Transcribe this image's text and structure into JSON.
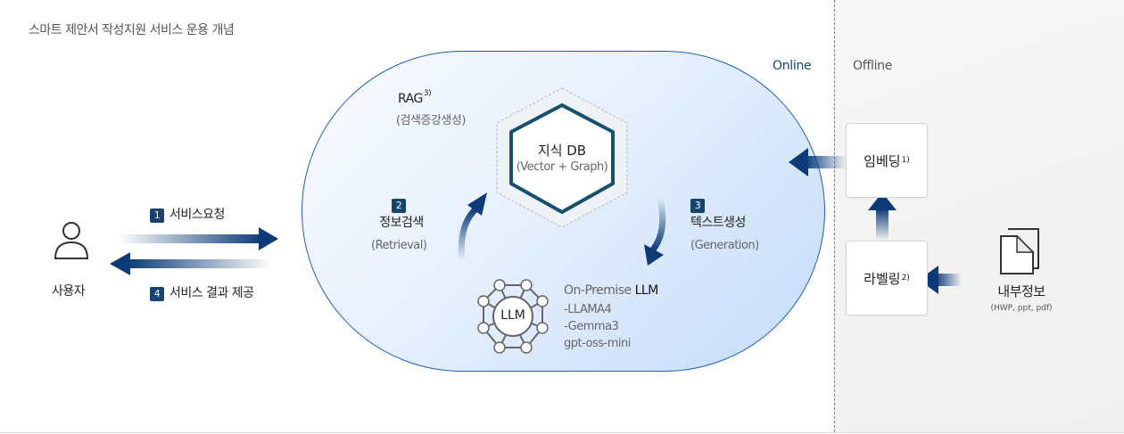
{
  "title": "스마트 제안서 작성지원 서비스 운용 개념",
  "zones": {
    "online": "Online",
    "offline": "Offline"
  },
  "user": {
    "label": "사용자"
  },
  "flows": {
    "request": {
      "num": "1",
      "label": "서비스요청"
    },
    "response": {
      "num": "4",
      "label": "서비스 결과 제공"
    },
    "retrieval": {
      "num": "2",
      "label": "정보검색",
      "sub": "(Retrieval)"
    },
    "generation": {
      "num": "3",
      "label": "텍스트생성",
      "sub": "(Generation)"
    }
  },
  "rag": {
    "label": "RAG",
    "sup": "3)",
    "sub": "(검색증강생성)"
  },
  "knowledge_db": {
    "label": "지식 DB",
    "sub": "(Vector + Graph)"
  },
  "llm": {
    "icon_label": "LLM",
    "title_prefix": "On-Premise ",
    "title_bold": "LLM",
    "models": [
      "-LLAMA4",
      "-Gemma3",
      "gpt-oss-mini"
    ]
  },
  "offline": {
    "embedding": {
      "label": "임베딩",
      "sup": "1)"
    },
    "labeling": {
      "label": "라벨링",
      "sup": "2)"
    },
    "internal": {
      "label": "내부정보",
      "sub": "(HWP, ppt, pdf)"
    }
  },
  "colors": {
    "arrow": "#0d3b7a",
    "border": "#1f5fbf",
    "hex": "#17506f",
    "offline_divider": "#e05050"
  }
}
